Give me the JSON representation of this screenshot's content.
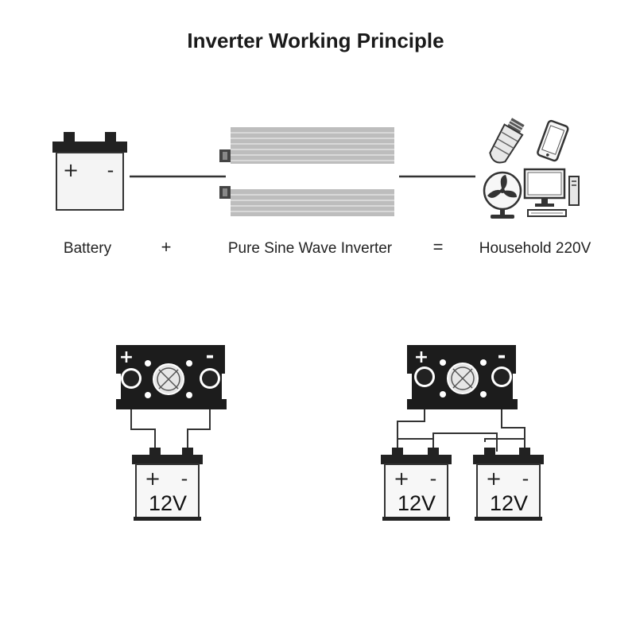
{
  "title": "Inverter Working Principle",
  "labels": {
    "battery": "Battery",
    "plus": "+",
    "inverter": "Pure Sine Wave Inverter",
    "equals": "=",
    "household": "Household 220V"
  },
  "top_battery": {
    "positive": "+",
    "negative": "-"
  },
  "panels": {
    "left": {
      "positive": "+",
      "negative": "-"
    },
    "right": {
      "positive": "+",
      "negative": "-"
    }
  },
  "batteries": {
    "single": {
      "positive": "+",
      "negative": "-",
      "voltage": "12V"
    },
    "parallel_a": {
      "positive": "+",
      "negative": "-",
      "voltage": "12V"
    },
    "parallel_b": {
      "positive": "+",
      "negative": "-",
      "voltage": "12V"
    }
  },
  "colors": {
    "panel": "#1c1c1c",
    "inverter_fins": "#b5b5b5",
    "battery_case": "#f4f4f4",
    "wire": "#333333"
  },
  "icons": [
    "battery-icon",
    "inverter-icon",
    "light-bulb-icon",
    "smartphone-icon",
    "fan-icon",
    "desktop-computer-icon"
  ]
}
